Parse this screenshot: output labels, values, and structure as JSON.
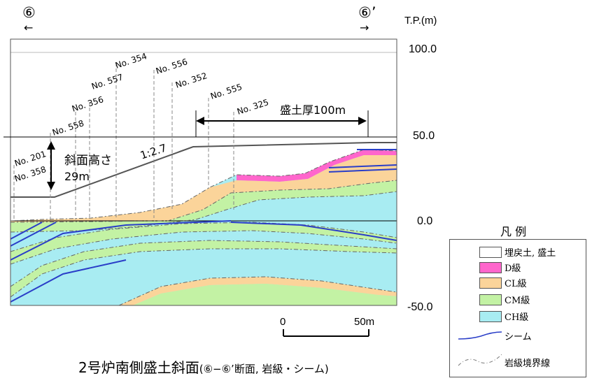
{
  "section": {
    "start_marker": "⑥",
    "end_marker": "⑥’",
    "left_arrow": "←",
    "right_arrow": "→"
  },
  "elevation_axis": {
    "title": "T.P.(m)",
    "ticks": [
      "100.0",
      "50.0",
      "0.0",
      "-50.0"
    ]
  },
  "borehole_labels": [
    "No. 354",
    "No. 556",
    "No. 557",
    "No. 352",
    "No. 356",
    "No. 555",
    "No. 558",
    "No. 325",
    "No. 201",
    "No. 358"
  ],
  "annotations": {
    "fill_thickness": "盛土厚100m",
    "slope_height_label": "斜面高さ",
    "slope_height_value": "29m",
    "slope_ratio": "1:2.7"
  },
  "scale_bar": {
    "zero": "0",
    "length": "50m"
  },
  "legend": {
    "title": "凡 例",
    "items": [
      {
        "label": "埋戻土, 盛土",
        "color": "#ffffff"
      },
      {
        "label": "D級",
        "color": "#ff66cc"
      },
      {
        "label": "CL級",
        "color": "#fbd49a"
      },
      {
        "label": "CM級",
        "color": "#c3f2a4"
      },
      {
        "label": "CH級",
        "color": "#a8ecf2"
      }
    ],
    "seam_label": "シーム",
    "boundary_label": "岩級境界線",
    "seam_color": "#2a3ec8"
  },
  "caption": {
    "main": "2号炉南側盛土斜面",
    "sub": "(⑥−⑥’断面, 岩級・シーム)"
  }
}
